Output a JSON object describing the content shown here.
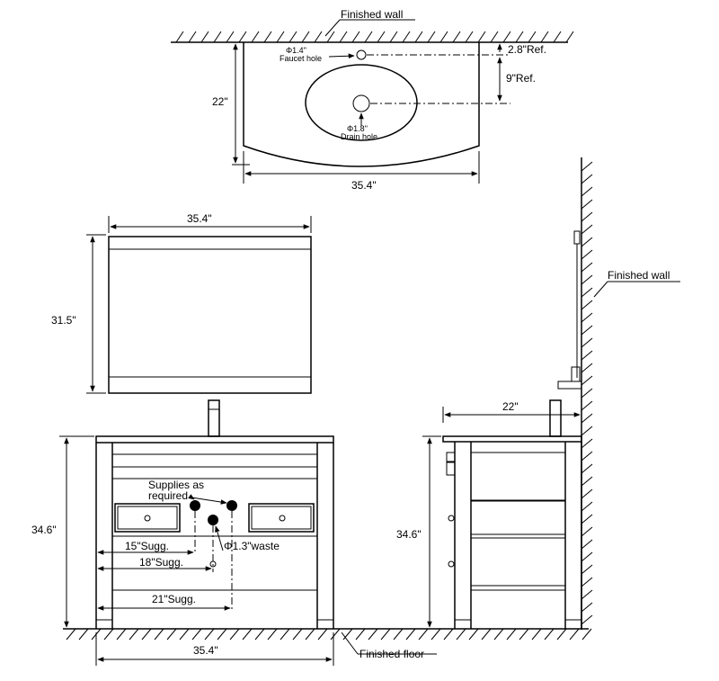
{
  "top_view": {
    "wall_label": "Finished wall",
    "faucet_hole_dia": "Φ1.4\"",
    "faucet_hole_label": "Faucet hole",
    "drain_hole_dia": "Φ1.8\"",
    "drain_hole_label": "Drain hole",
    "ref_1": "2.8\"Ref.",
    "ref_2": "9\"Ref.",
    "depth": "22\"",
    "width": "35.4\""
  },
  "mirror": {
    "width": "35.4\"",
    "height": "31.5\""
  },
  "front_view": {
    "height": "34.6\"",
    "supplies_line1": "Supplies as",
    "supplies_line2": "required",
    "waste": "Φ1.3\"waste",
    "sugg_15": "15\"Sugg.",
    "sugg_18": "18\"Sugg.",
    "sugg_21": "21\"Sugg.",
    "width": "35.4\""
  },
  "side_view": {
    "wall_label": "Finished wall",
    "depth": "22\"",
    "height": "34.6\""
  },
  "floor_label": "Finished floor"
}
